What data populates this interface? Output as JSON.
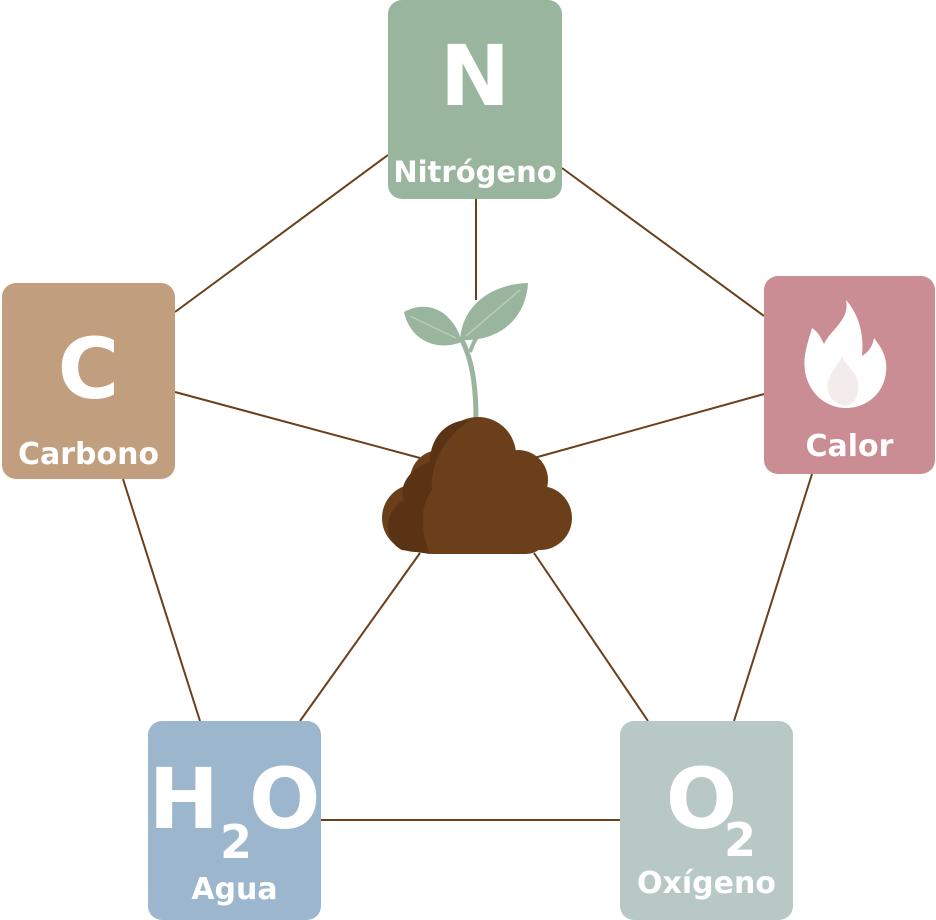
{
  "nodes": {
    "nitrogen": {
      "symbol": "N",
      "label": "Nitrógeno",
      "color": "#9ab59d"
    },
    "carbon": {
      "symbol": "C",
      "label": "Carbono",
      "color": "#c19e7d"
    },
    "heat": {
      "icon": "flame-icon",
      "label": "Calor",
      "color": "#c98d93"
    },
    "water": {
      "symbol_main": "H",
      "symbol_sub": "2",
      "symbol_end": "O",
      "label": "Agua",
      "color": "#9cb6cd"
    },
    "oxygen": {
      "symbol_main": "O",
      "symbol_sub": "2",
      "label": "Oxígeno",
      "color": "#b8c9c5"
    }
  },
  "center": {
    "icon": "sprout-in-soil-icon",
    "soil_color": "#6b3f1a",
    "leaf_color": "#9ab59d"
  },
  "connector_color": "#6b3f1a"
}
